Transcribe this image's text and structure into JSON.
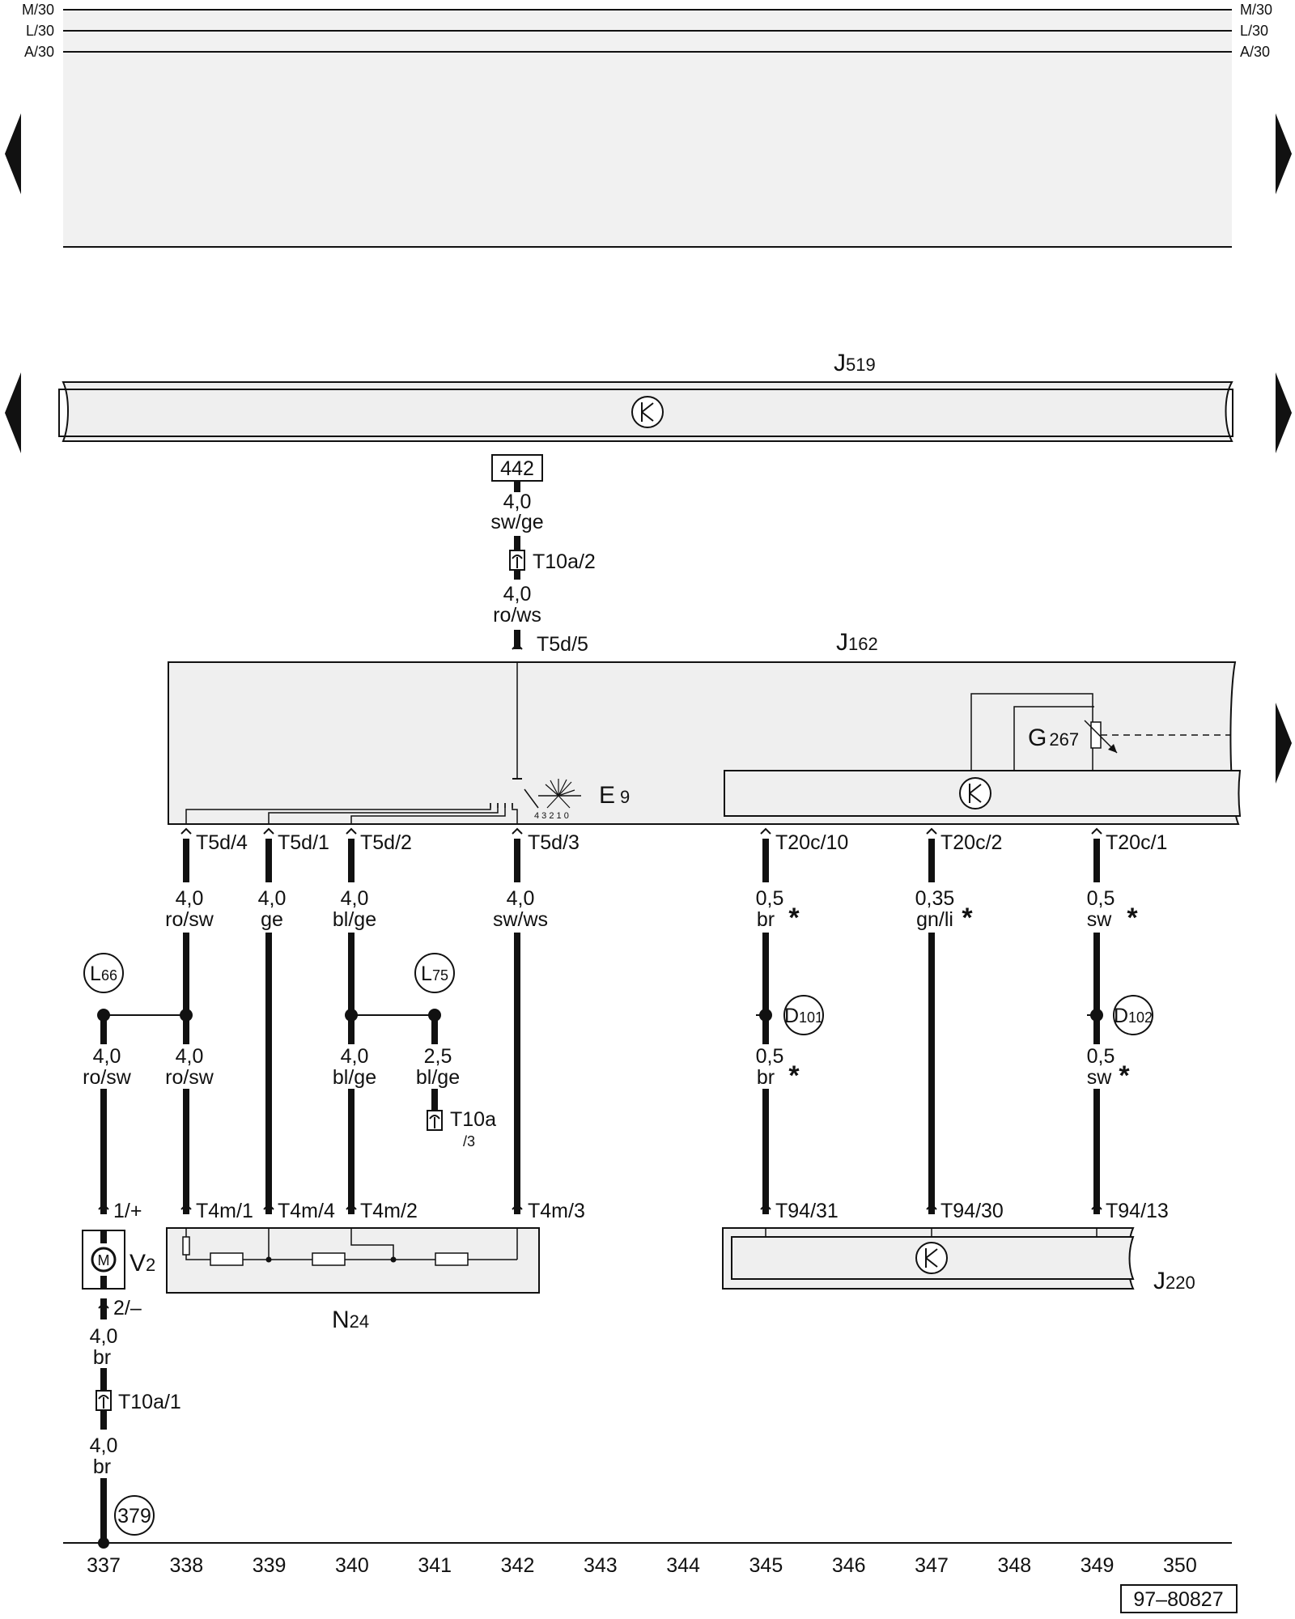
{
  "bus_lines": [
    {
      "left": "M/30",
      "right": "M/30"
    },
    {
      "left": "L/30",
      "right": "L/30"
    },
    {
      "left": "A/30",
      "right": "A/30"
    }
  ],
  "components": {
    "J519": {
      "letter": "J",
      "num": "519"
    },
    "J162": {
      "letter": "J",
      "num": "162"
    },
    "G267": {
      "letter": "G",
      "num": "267"
    },
    "E9": {
      "letter": "E",
      "num": "9",
      "scale": "4 3 2 1 0"
    },
    "N24": {
      "letter": "N",
      "num": "24"
    },
    "V2": {
      "letter": "V",
      "num": "2",
      "motor": "M"
    },
    "J220": {
      "letter": "J",
      "num": "220"
    },
    "L66": {
      "letter": "L",
      "num": "66"
    },
    "L75": {
      "letter": "L",
      "num": "75"
    },
    "D101": {
      "letter": "D",
      "num": "101"
    },
    "D102": {
      "letter": "D",
      "num": "102"
    },
    "ref442": "442",
    "ref379": "379"
  },
  "connectors": {
    "T10a_2": "T10a/2",
    "T5d_5": "T5d/5",
    "T5d_4": "T5d/4",
    "T5d_1": "T5d/1",
    "T5d_2": "T5d/2",
    "T5d_3": "T5d/3",
    "T20c_10": "T20c/10",
    "T20c_2": "T20c/2",
    "T20c_1": "T20c/1",
    "T10a_3a": "T10a",
    "T10a_3b": "/3",
    "V2_pos": "1/+",
    "V2_neg": "2/–",
    "T4m_1": "T4m/1",
    "T4m_4": "T4m/4",
    "T4m_2": "T4m/2",
    "T4m_3": "T4m/3",
    "T94_31": "T94/31",
    "T94_30": "T94/30",
    "T94_13": "T94/13",
    "T10a_1": "T10a/1"
  },
  "wires": {
    "w442": {
      "size": "4,0",
      "color": "sw/ge"
    },
    "w_t10a2": {
      "size": "4,0",
      "color": "ro/ws"
    },
    "w338a": {
      "size": "4,0",
      "color": "ro/sw"
    },
    "w339": {
      "size": "4,0",
      "color": "ge"
    },
    "w340a": {
      "size": "4,0",
      "color": "bl/ge"
    },
    "w342": {
      "size": "4,0",
      "color": "sw/ws"
    },
    "w345a": {
      "size": "0,5",
      "color": "br"
    },
    "w347": {
      "size": "0,35",
      "color": "gn/li"
    },
    "w349a": {
      "size": "0,5",
      "color": "sw"
    },
    "w337a": {
      "size": "4,0",
      "color": "ro/sw"
    },
    "w338b": {
      "size": "4,0",
      "color": "ro/sw"
    },
    "w340b": {
      "size": "4,0",
      "color": "bl/ge"
    },
    "w341": {
      "size": "2,5",
      "color": "bl/ge"
    },
    "w345b": {
      "size": "0,5",
      "color": "br"
    },
    "w349b": {
      "size": "0,5",
      "color": "sw"
    },
    "w337b": {
      "size": "4,0",
      "color": "br"
    },
    "w337c": {
      "size": "4,0",
      "color": "br"
    }
  },
  "asterisk": "*",
  "track_numbers": [
    "337",
    "338",
    "339",
    "340",
    "341",
    "342",
    "343",
    "344",
    "345",
    "346",
    "347",
    "348",
    "349",
    "350"
  ],
  "figure_id": "97–80827"
}
